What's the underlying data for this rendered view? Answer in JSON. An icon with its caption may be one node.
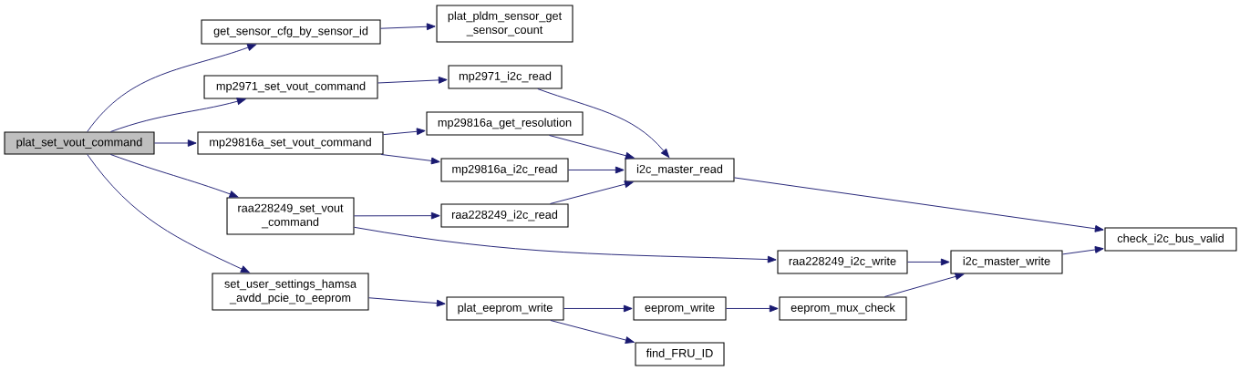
{
  "diagram": {
    "nodes": [
      {
        "text": [
          "plat_set_vout_command"
        ]
      },
      {
        "text": [
          "get_sensor_cfg_by_sensor_id"
        ]
      },
      {
        "text": [
          "plat_pldm_sensor_get _sensor_count"
        ]
      },
      {
        "text": [
          "mp2971_set_vout_command"
        ]
      },
      {
        "text": [
          "mp2971_i2c_read"
        ]
      },
      {
        "text": [
          "mp29816a_set_vout_command"
        ]
      },
      {
        "text": [
          "mp29816a_get_resolution"
        ]
      },
      {
        "text": [
          "mp29816a_i2c_read"
        ]
      },
      {
        "text": [
          "raa228249_set_vout _command"
        ]
      },
      {
        "text": [
          "raa228249_i2c_read"
        ]
      },
      {
        "text": [
          "i2c_master_read"
        ]
      },
      {
        "text": [
          "check_i2c_bus_valid"
        ]
      },
      {
        "text": [
          "set_user_settings_hamsa _avdd_pcie_to_eeprom"
        ]
      },
      {
        "text": [
          "plat_eeprom_write"
        ]
      },
      {
        "text": [
          "raa228249_i2c_write"
        ]
      },
      {
        "text": [
          "i2c_master_write"
        ]
      },
      {
        "text": [
          "eeprom_write"
        ]
      },
      {
        "text": [
          "eeprom_mux_check"
        ]
      },
      {
        "text": [
          "find_FRU_ID"
        ]
      }
    ],
    "edges": [
      {
        "from": 0,
        "to": 1,
        "arrow": "to"
      },
      {
        "from": 0,
        "to": 3,
        "arrow": "to"
      },
      {
        "from": 0,
        "to": 5,
        "arrow": "to"
      },
      {
        "from": 0,
        "to": 8,
        "arrow": "to"
      },
      {
        "from": 0,
        "to": 12,
        "arrow": "to"
      },
      {
        "from": 1,
        "to": 2,
        "arrow": "to"
      },
      {
        "from": 3,
        "to": 4,
        "arrow": "to"
      },
      {
        "from": 5,
        "to": 6,
        "arrow": "to"
      },
      {
        "from": 5,
        "to": 7,
        "arrow": "to"
      },
      {
        "from": 8,
        "to": 9,
        "arrow": "to"
      },
      {
        "from": 8,
        "to": 14,
        "arrow": "to"
      },
      {
        "from": 4,
        "to": 10,
        "arrow": "to"
      },
      {
        "from": 6,
        "to": 10,
        "arrow": "to"
      },
      {
        "from": 7,
        "to": 10,
        "arrow": "to"
      },
      {
        "from": 9,
        "to": 10,
        "arrow": "to"
      },
      {
        "from": 10,
        "to": 11,
        "arrow": "to"
      },
      {
        "from": 12,
        "to": 13,
        "arrow": "to"
      },
      {
        "from": 13,
        "to": 16,
        "arrow": "to"
      },
      {
        "from": 13,
        "to": 18,
        "arrow": "to"
      },
      {
        "from": 16,
        "to": 17,
        "arrow": "to"
      },
      {
        "from": 17,
        "to": 15,
        "arrow": "to"
      },
      {
        "from": 14,
        "to": 15,
        "arrow": "to"
      },
      {
        "from": 15,
        "to": 11,
        "arrow": "to"
      }
    ]
  }
}
